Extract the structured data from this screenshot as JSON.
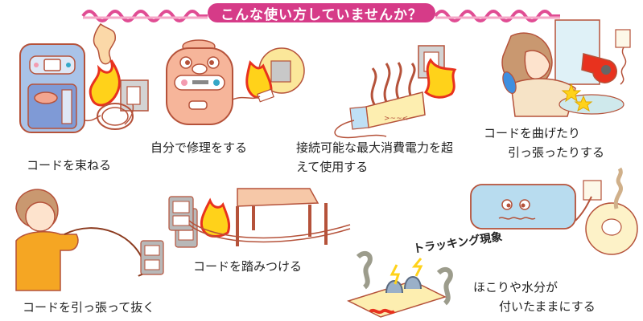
{
  "header": {
    "title": "こんな使い方していませんか？",
    "banner_color": "#d63b88",
    "wave_color": "#e04c93",
    "wave_fill": "#f5a9c8"
  },
  "panels": [
    {
      "id": "bundle-cord",
      "caption_lines": [
        "コードを束ねる"
      ],
      "illustration": "electric-kettle-with-bundled-cord-on-fire"
    },
    {
      "id": "self-repair",
      "caption_lines": [
        "自分で修理をする"
      ],
      "illustration": "rice-cooker-with-taped-plug-on-fire"
    },
    {
      "id": "overload",
      "caption_lines": [
        "接続可能な最大消費電力を超",
        "えて使用する"
      ],
      "illustration": "overloaded-power-strip-on-fire"
    },
    {
      "id": "bend-pull",
      "caption_lines": [
        "コードを曲げたり",
        "引っ張ったりする"
      ],
      "illustration": "girl-pulling-hair-dryer-cord"
    },
    {
      "id": "yank-cord",
      "caption_lines": [
        "コードを引っ張って抜く"
      ],
      "illustration": "child-yanking-cord-from-outlet"
    },
    {
      "id": "step-on",
      "caption_lines": [
        "コードを踏みつける"
      ],
      "illustration": "table-leg-on-cord-on-fire"
    },
    {
      "id": "tracking",
      "label": "トラッキング現象",
      "illustration": "smoking-power-strip-with-sparks"
    },
    {
      "id": "dust-moisture",
      "caption_lines": [
        "ほこりや水分が",
        "付いたままにする"
      ],
      "illustration": "appliance-with-dusty-plug"
    }
  ],
  "colors": {
    "outline": "#b5523a",
    "fire_red": "#e8321e",
    "fire_yellow": "#ffd21a",
    "appliance_blue": "#a9c3e8",
    "appliance_pink": "#f6b59a",
    "outlet_gray": "#b8b8b8",
    "shirt_orange": "#f5a623"
  }
}
